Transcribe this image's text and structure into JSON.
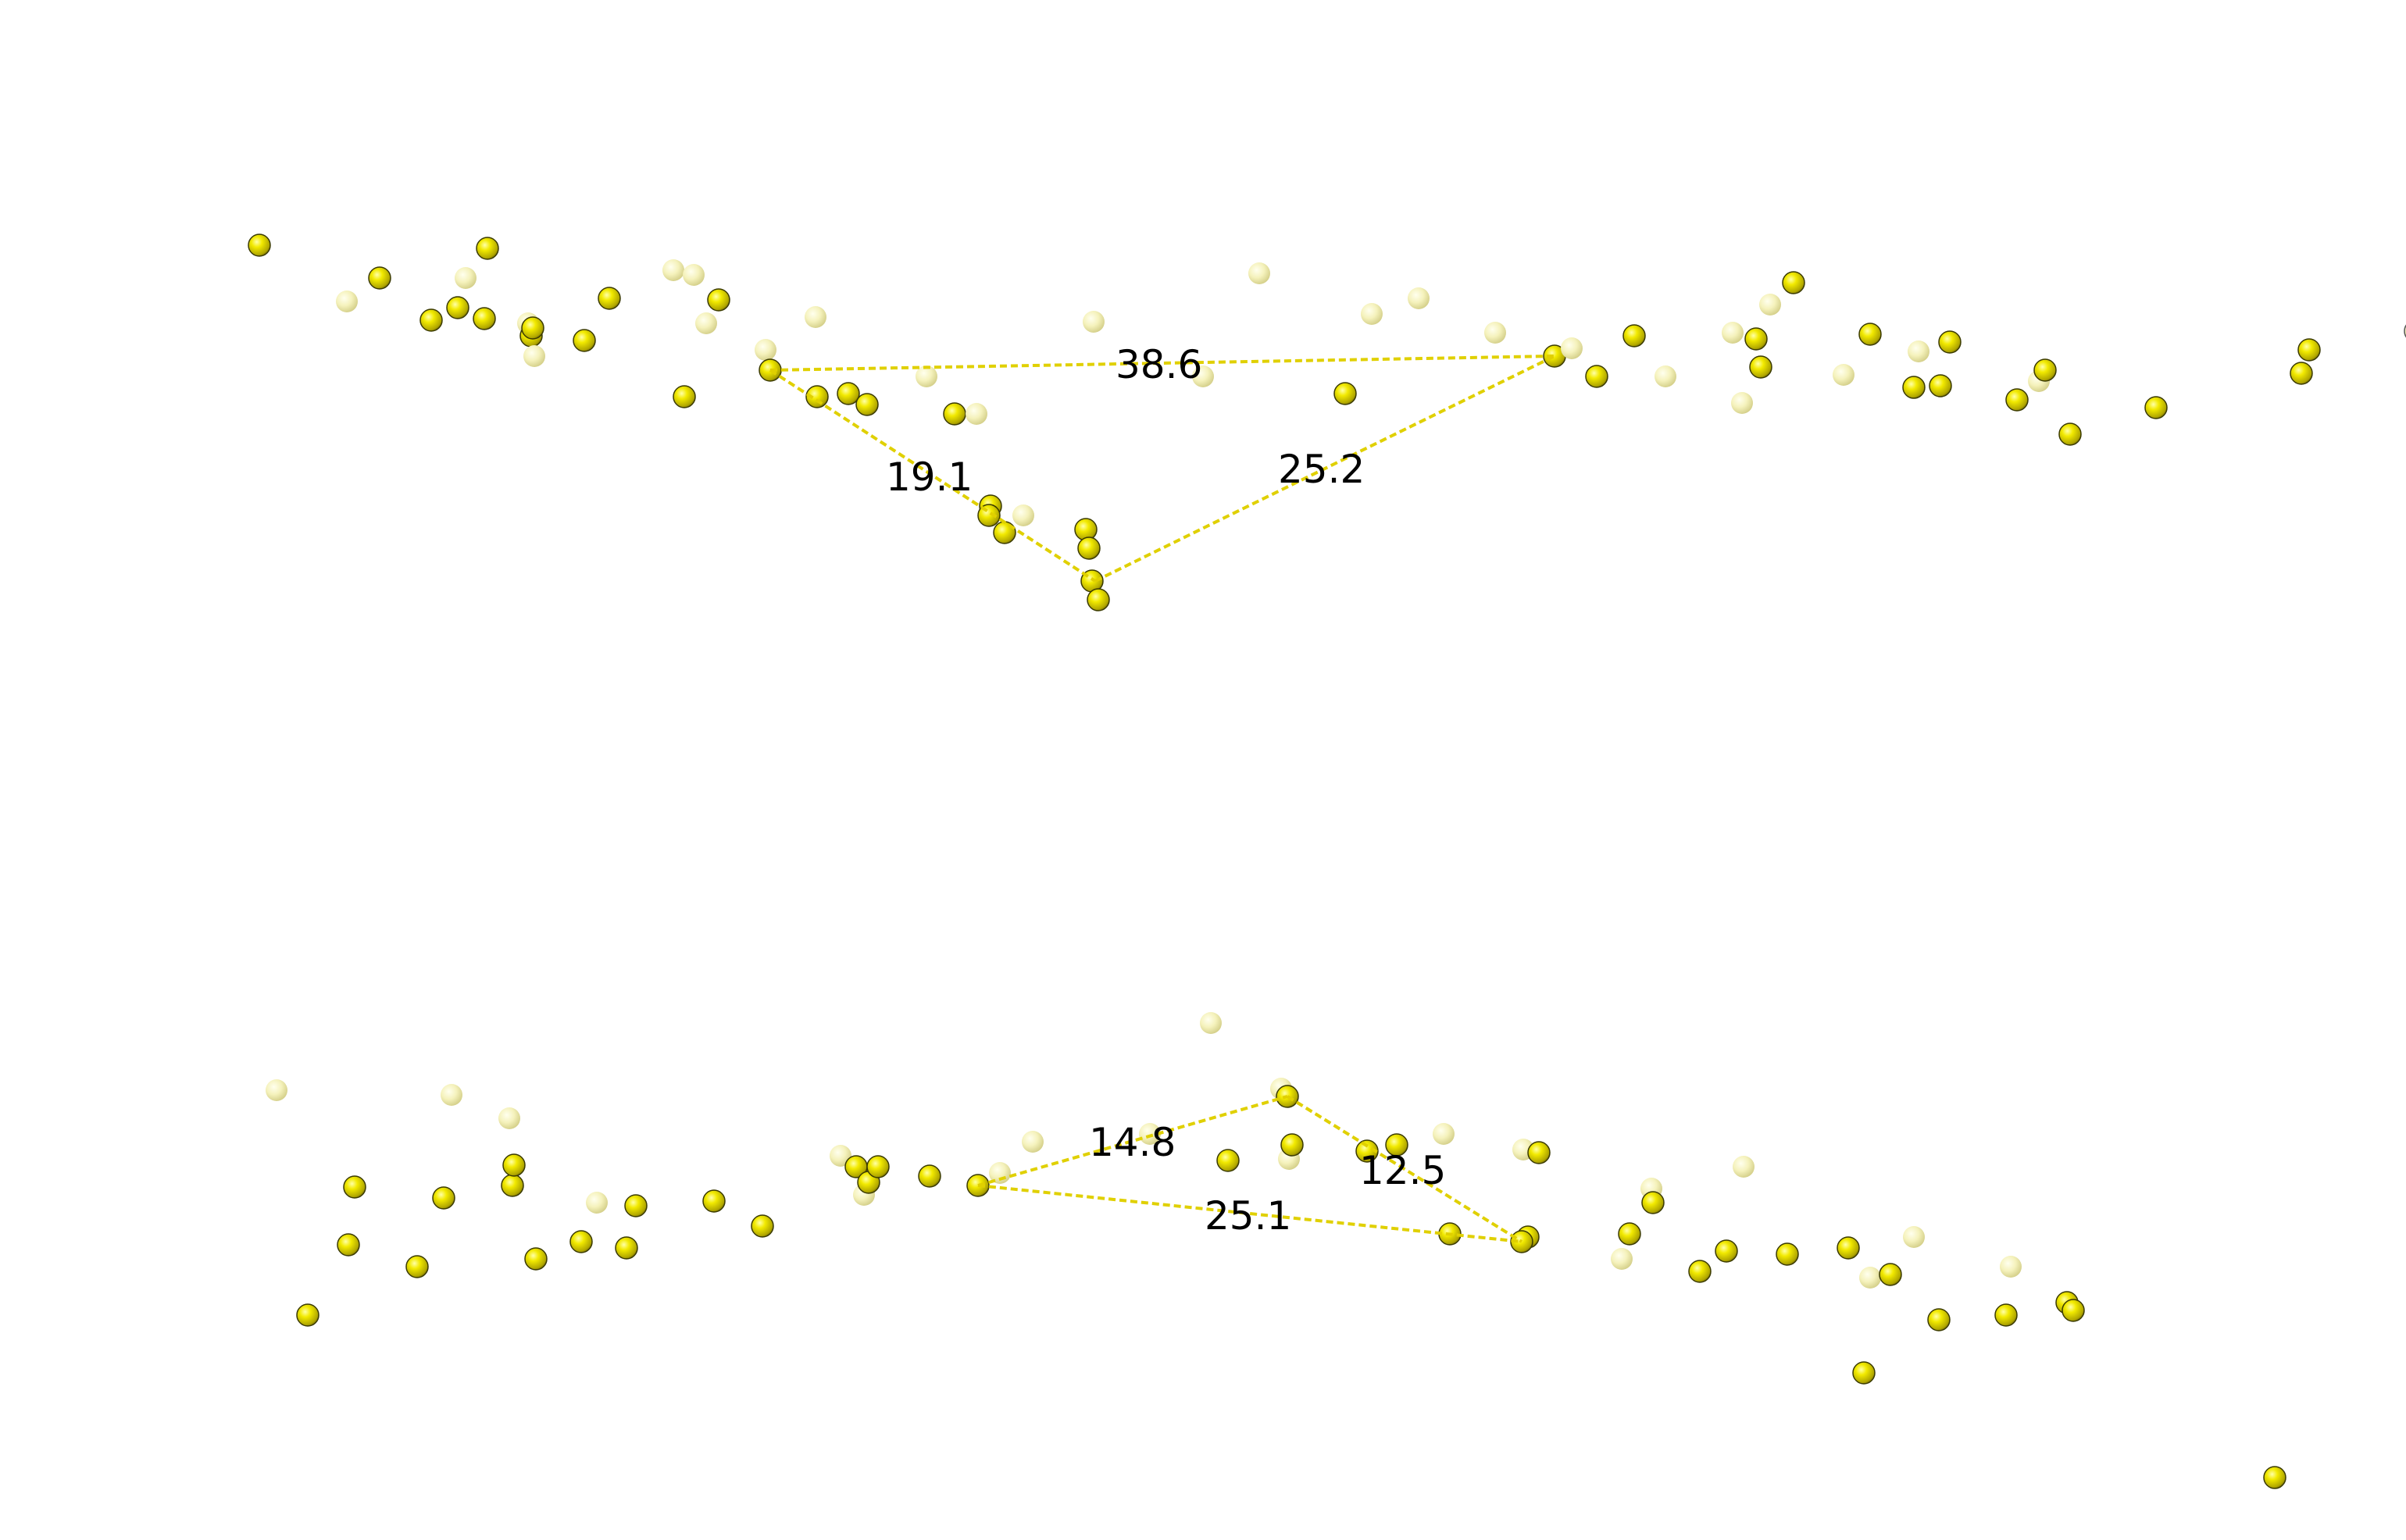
{
  "colors": {
    "background": "#ffffff",
    "atom": "#f0e800",
    "atom_dim": "#f6f3b8",
    "atom_edge": "#3a3a00",
    "distance_line": "#e0d000",
    "label": "#000000"
  },
  "measurements": [
    {
      "id": "top-a",
      "value": 38.6,
      "label": "38.6"
    },
    {
      "id": "top-b",
      "value": 19.1,
      "label": "19.1"
    },
    {
      "id": "top-c",
      "value": 25.2,
      "label": "25.2"
    },
    {
      "id": "bottom-a",
      "value": 14.8,
      "label": "14.8"
    },
    {
      "id": "bottom-b",
      "value": 12.5,
      "label": "12.5"
    },
    {
      "id": "bottom-c",
      "value": 25.1,
      "label": "25.1"
    }
  ],
  "units": ""
}
